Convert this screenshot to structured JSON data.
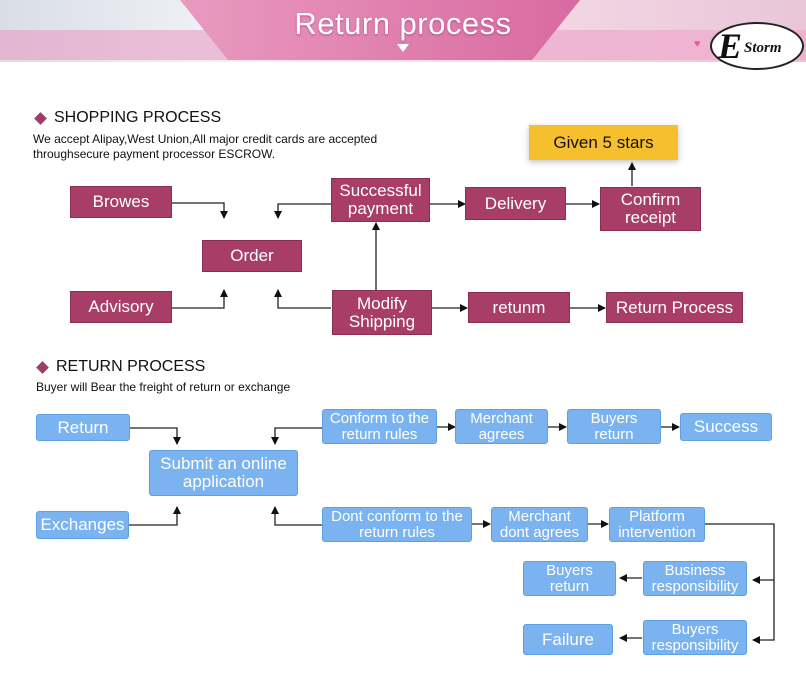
{
  "banner": {
    "title": "Return process",
    "logo_letter": "E",
    "logo_text": "Storm"
  },
  "shopping": {
    "title": "SHOPPING PROCESS",
    "note_line1": "We accept Alipay,West Union,All major credit cards are accepted",
    "note_line2": "throughsecure payment processor ESCROW.",
    "badge": "Given 5 stars",
    "browes": "Browes",
    "advisory": "Advisory",
    "order": "Order",
    "successful_1": "Successful",
    "successful_2": "payment",
    "delivery": "Delivery",
    "confirm_1": "Confirm",
    "confirm_2": "receipt",
    "modify_1": "Modify",
    "modify_2": "Shipping",
    "retunm": "retunm",
    "return_process": "Return Process"
  },
  "returns": {
    "title": "RETURN PROCESS",
    "note": "Buyer will Bear the freight of return or exchange",
    "return": "Return",
    "exchanges": "Exchanges",
    "submit_1": "Submit an online",
    "submit_2": "application",
    "conform_1": "Conform to the",
    "conform_2": "return rules",
    "merchant_agrees_1": "Merchant",
    "merchant_agrees_2": "agrees",
    "buyers_return_1": "Buyers",
    "buyers_return_2": "return",
    "success": "Success",
    "dont_conform_1": "Dont conform to the",
    "dont_conform_2": "return rules",
    "merchant_dont_1": "Merchant",
    "merchant_dont_2": "dont agrees",
    "platform_1": "Platform",
    "platform_2": "intervention",
    "business_1": "Business",
    "business_2": "responsibility",
    "buyers_return_b_1": "Buyers",
    "buyers_return_b_2": "return",
    "buyers_resp_1": "Buyers",
    "buyers_resp_2": "responsibility",
    "failure": "Failure"
  },
  "colors": {
    "pink_box": "#a83e67",
    "blue_box": "#7ab3ef",
    "badge": "#f5bf2d",
    "bullet": "#9b3d67"
  }
}
